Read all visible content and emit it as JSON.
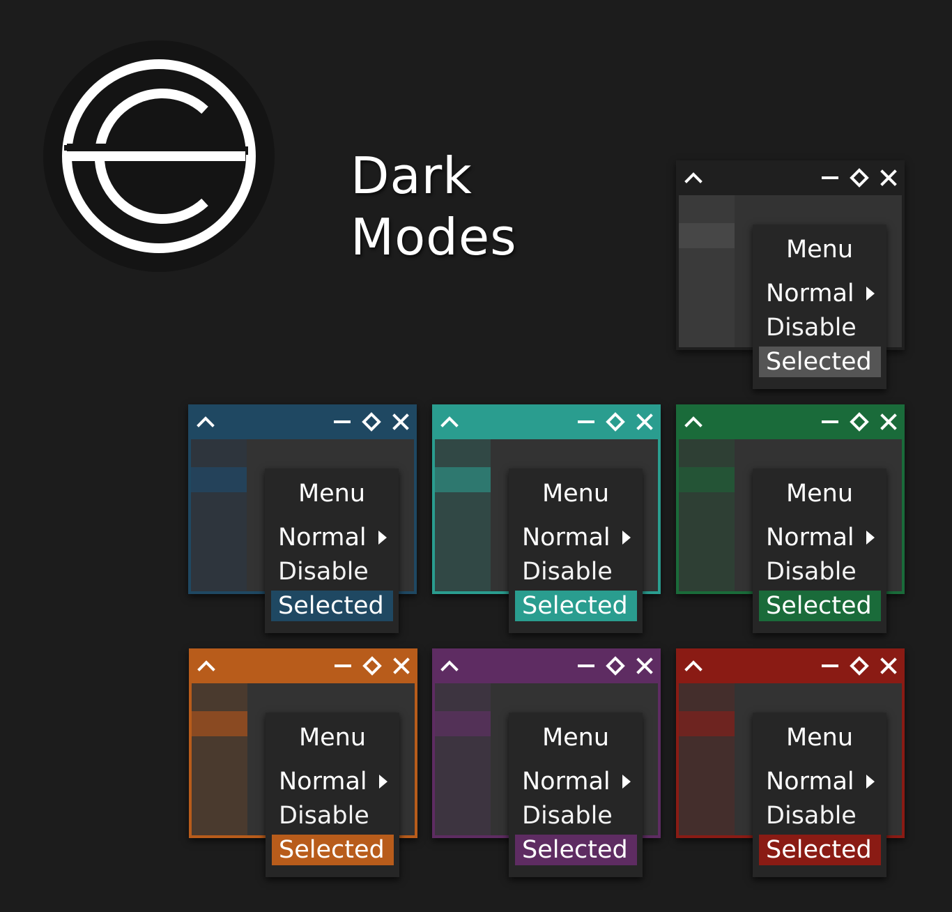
{
  "title": {
    "line1": "Dark",
    "line2": "Modes"
  },
  "icons": {
    "logo": "sc-logo",
    "up": "chevron-up-icon",
    "minimize": "minimize-icon",
    "maximize": "diamond-icon",
    "close": "close-icon",
    "submenu": "caret-right-icon"
  },
  "menu": {
    "title": "Menu",
    "normal": "Normal",
    "disable": "Disable",
    "selected": "Selected"
  },
  "themes": [
    {
      "name": "mono",
      "accent": "#1f1f1f",
      "selected": "#555555",
      "sidebar": "#3a3a3a",
      "sidebar_selected": "#474747"
    },
    {
      "name": "blue",
      "accent": "#1f4862",
      "sidebar": "#2e353d",
      "sidebar_selected": "#24425a"
    },
    {
      "name": "teal",
      "accent": "#2a9d8f",
      "sidebar": "#314845",
      "sidebar_selected": "#2e786f"
    },
    {
      "name": "green",
      "accent": "#1a6b3a",
      "sidebar": "#2e3f34",
      "sidebar_selected": "#245436"
    },
    {
      "name": "orange",
      "accent": "#b85c1b",
      "sidebar": "#4a3a2e",
      "sidebar_selected": "#8a4a22"
    },
    {
      "name": "purple",
      "accent": "#5e2c62",
      "sidebar": "#3d3440",
      "sidebar_selected": "#533157"
    },
    {
      "name": "red",
      "accent": "#8a1b14",
      "sidebar": "#442e2c",
      "sidebar_selected": "#6e2420"
    }
  ]
}
